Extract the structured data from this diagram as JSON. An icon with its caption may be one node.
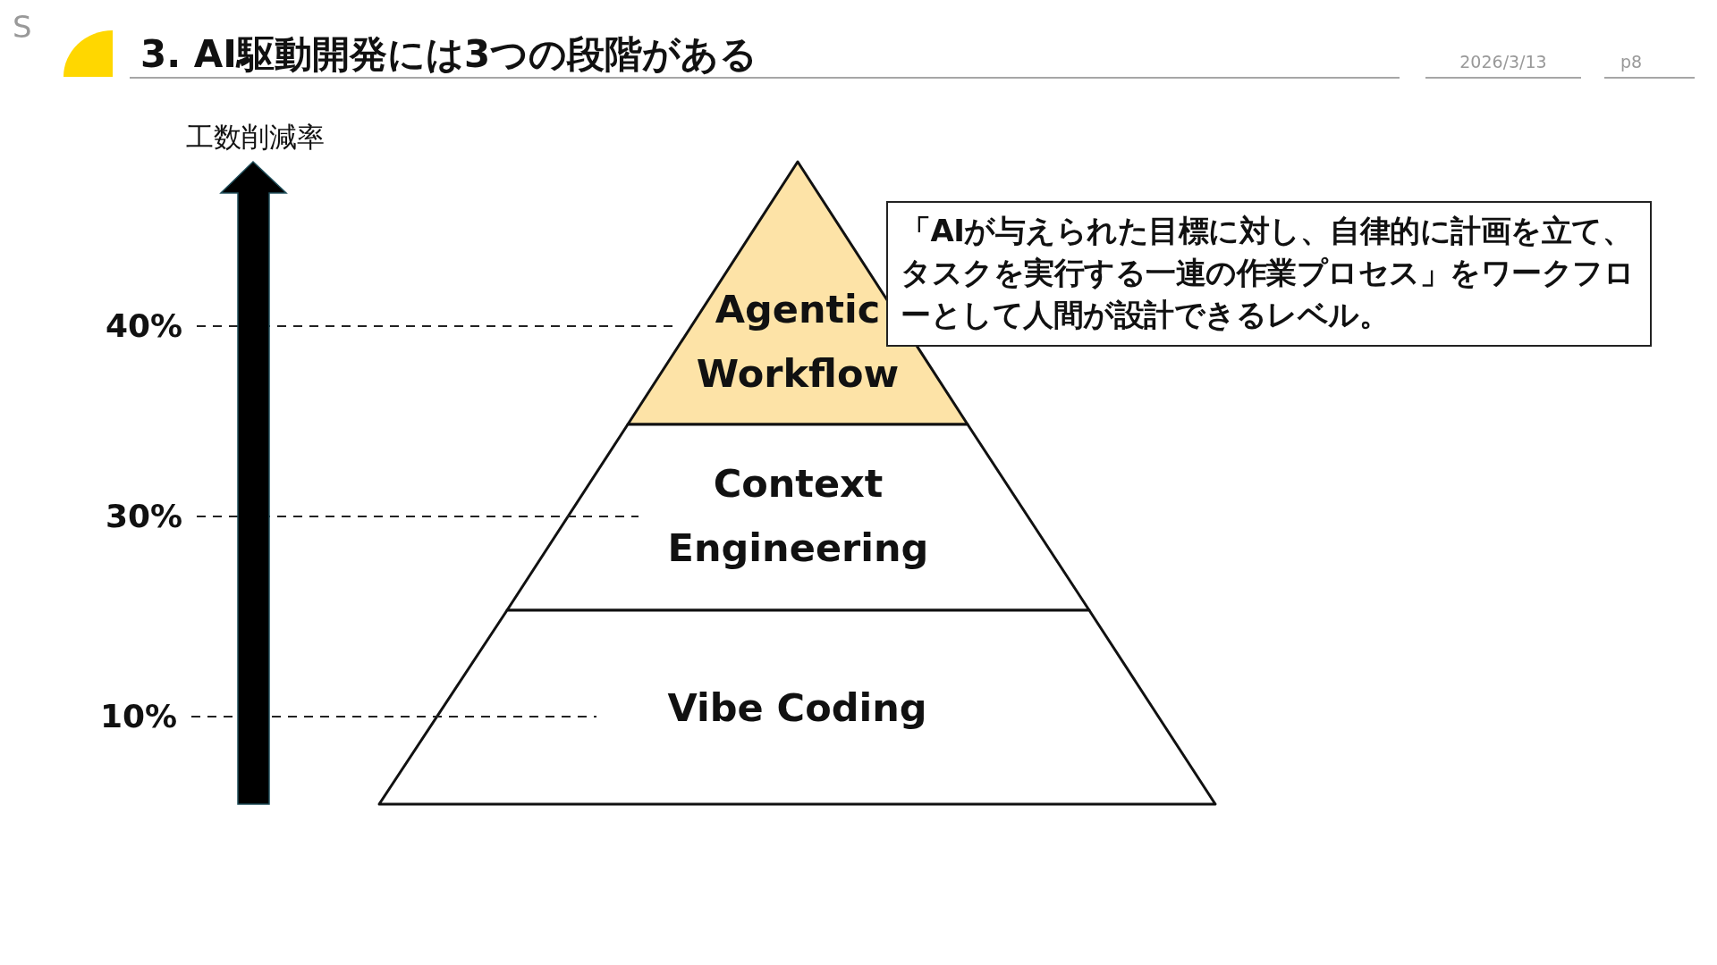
{
  "diagram": {
    "title": "3. AI駆動開発には3つの段階がある",
    "nodes": [
      {
        "text": [
          "Agentic Workflow"
        ]
      },
      {
        "text": [
          "Context Engineering"
        ]
      },
      {
        "text": [
          "Vibe Coding"
        ]
      },
      {
        "text": [
          "「AIが与えられた目標に対し、自律的に計画を立て、タスクを実行する一連の作業プロセス」をワークフローとして人間が設計できるレベル。"
        ]
      }
    ],
    "edges": [],
    "labels": [
      "S",
      "2026/3/13",
      "p8",
      "工数削減率",
      "40%",
      "30%",
      "10%"
    ]
  }
}
